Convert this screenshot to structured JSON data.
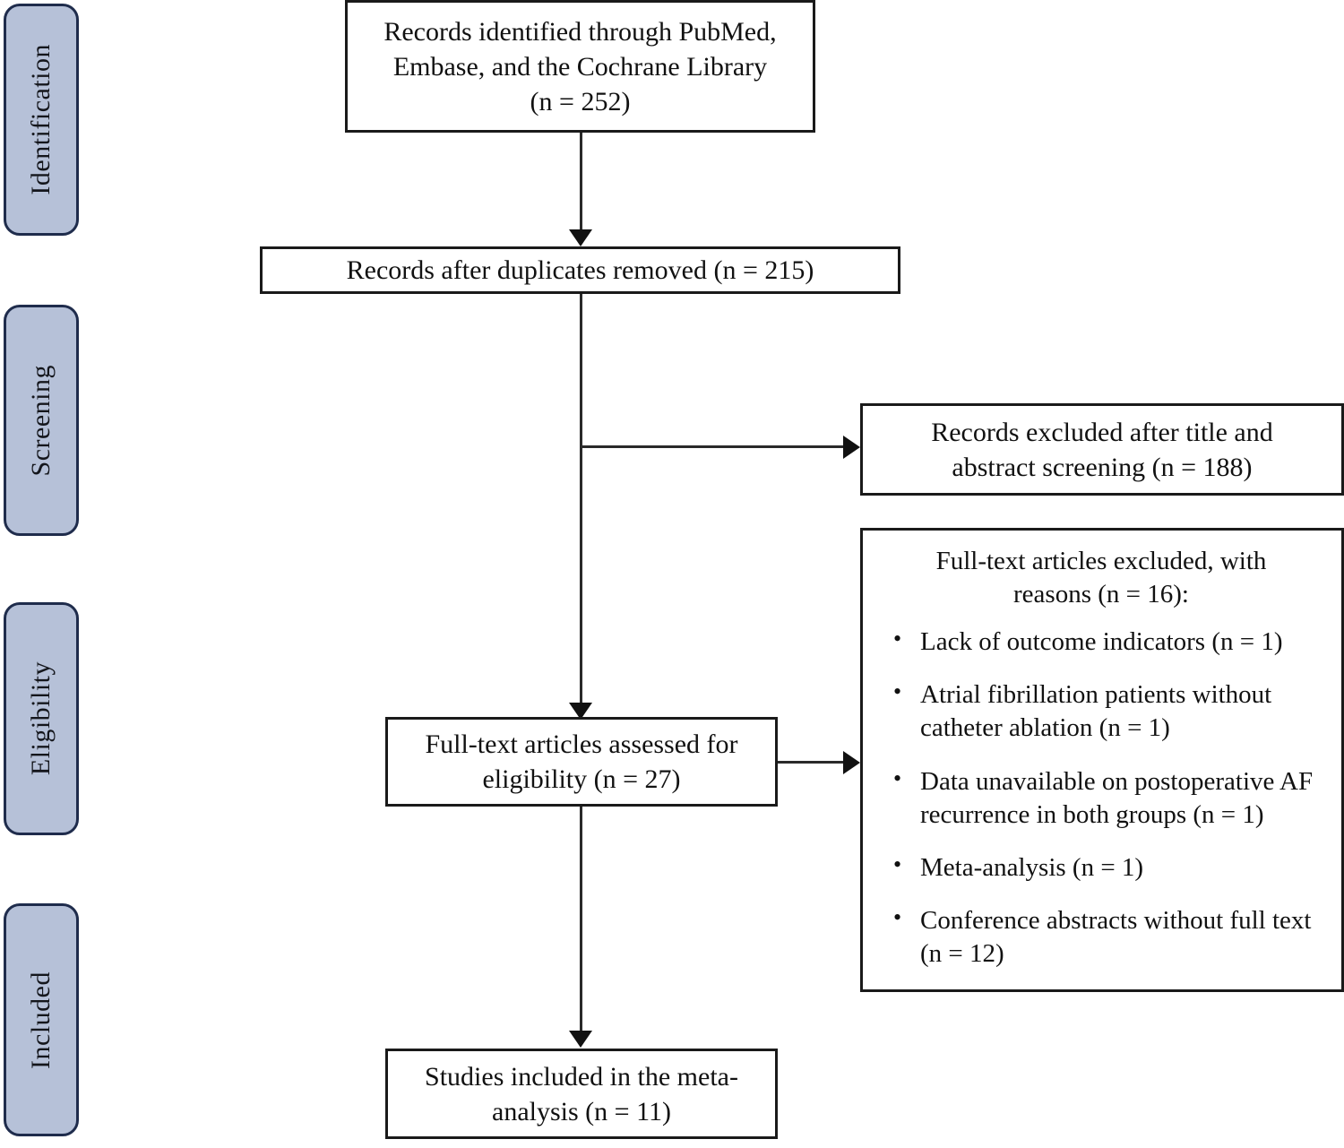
{
  "diagram": {
    "title": "PRISMA study selection flow diagram",
    "accent_color": "#b6c1d8",
    "border_color": "#1f2c4c",
    "box_border_color": "#1a1a1a",
    "connector_color": "#2a2a2a"
  },
  "stages": [
    {
      "label": "Identification"
    },
    {
      "label": "Screening"
    },
    {
      "label": "Eligibility"
    },
    {
      "label": "Included"
    }
  ],
  "boxes": {
    "identified": {
      "lines": [
        "Records identified through PubMed,",
        "Embase, and the Cochrane Library",
        "(n = 252)"
      ]
    },
    "duplicates_removed": {
      "lines": [
        "Records after duplicates removed (n = 215)"
      ]
    },
    "records_excluded": {
      "lines": [
        "Records excluded after title and",
        "abstract screening (n = 188)"
      ]
    },
    "fulltext_assessed": {
      "lines": [
        "Full-text articles assessed for",
        "eligibility (n = 27)"
      ]
    },
    "studies_included": {
      "lines": [
        "Studies included in the meta-",
        "analysis (n = 11)"
      ]
    },
    "fulltext_excluded": {
      "heading_lines": [
        "Full-text articles excluded, with",
        "reasons (n = 16):"
      ],
      "bullet_glyph": "•",
      "reasons": [
        "Lack of outcome indicators (n = 1)",
        "Atrial fibrillation patients without catheter ablation (n = 1)",
        "Data unavailable on postoperative AF recurrence in both groups (n = 1)",
        "Meta-analysis (n = 1)",
        "Conference abstracts without full text (n = 12)"
      ]
    }
  }
}
